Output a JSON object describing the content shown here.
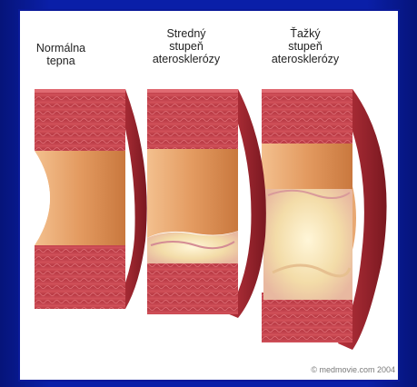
{
  "labels": {
    "normal": [
      "Normálna",
      "tepna"
    ],
    "moderate": [
      "Stredný",
      "stupeň",
      "aterosklerózy"
    ],
    "severe": [
      "Ťažký",
      "stupeň",
      "aterosklerózy"
    ]
  },
  "copyright": "© medmovie.com 2004",
  "colors": {
    "background": "#0a1fa8",
    "panel": "#ffffff",
    "wall": "#c0404a",
    "wall_dark": "#8a1e28",
    "lumen": "#e6a06a",
    "plaque": "#f5e3b8"
  }
}
